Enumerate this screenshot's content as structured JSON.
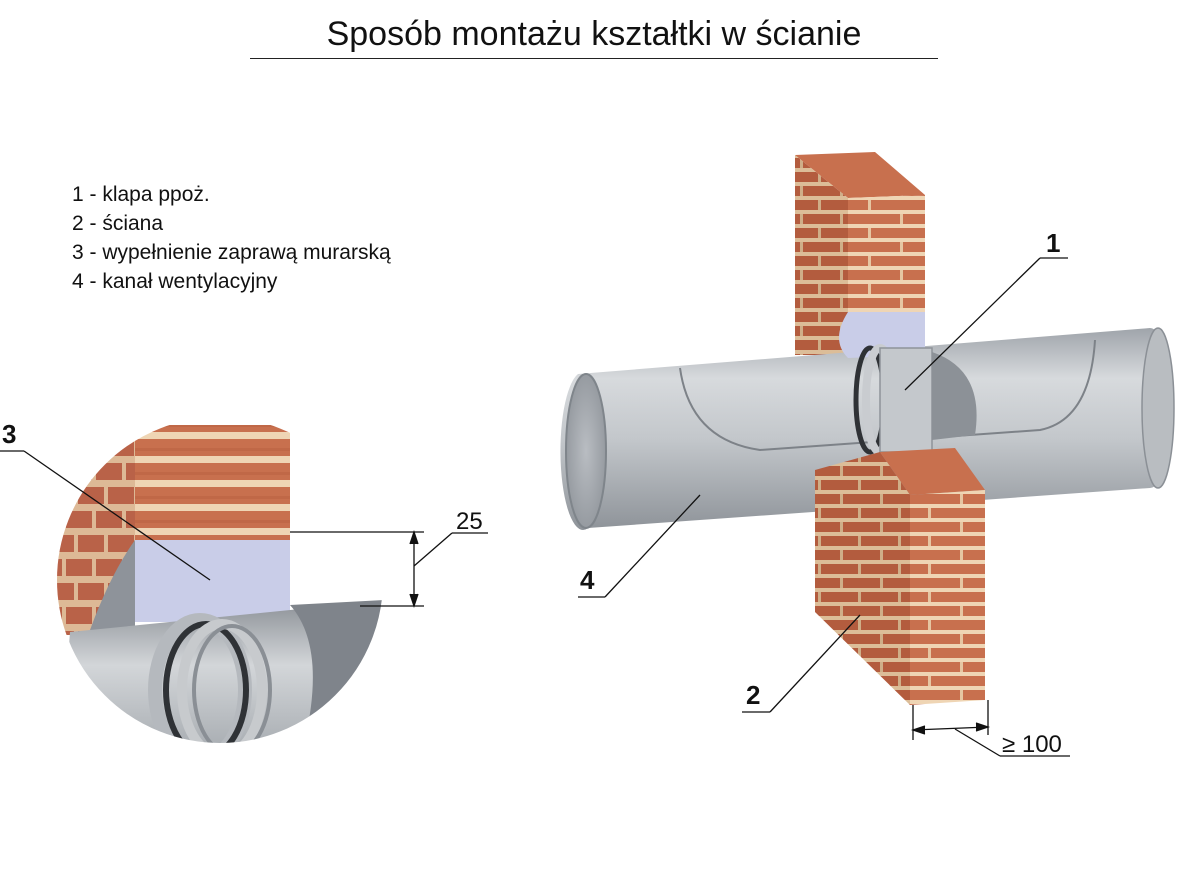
{
  "title": "Sposób montażu kształtki w ścianie",
  "legend": [
    "1 - klapa ppoż.",
    "2 - ściana",
    "3 - wypełnienie zaprawą murarską",
    "4 - kanał wentylacyjny"
  ],
  "callouts": {
    "c1": "1",
    "c2": "2",
    "c3": "3",
    "c4": "4"
  },
  "dimensions": {
    "gap": "25",
    "wall_thickness": "≥ 100"
  },
  "colors": {
    "brick": "#c8704e",
    "mortar": "#efd5b4",
    "duct": "#bfc4c9",
    "filler": "#c9cde8"
  }
}
